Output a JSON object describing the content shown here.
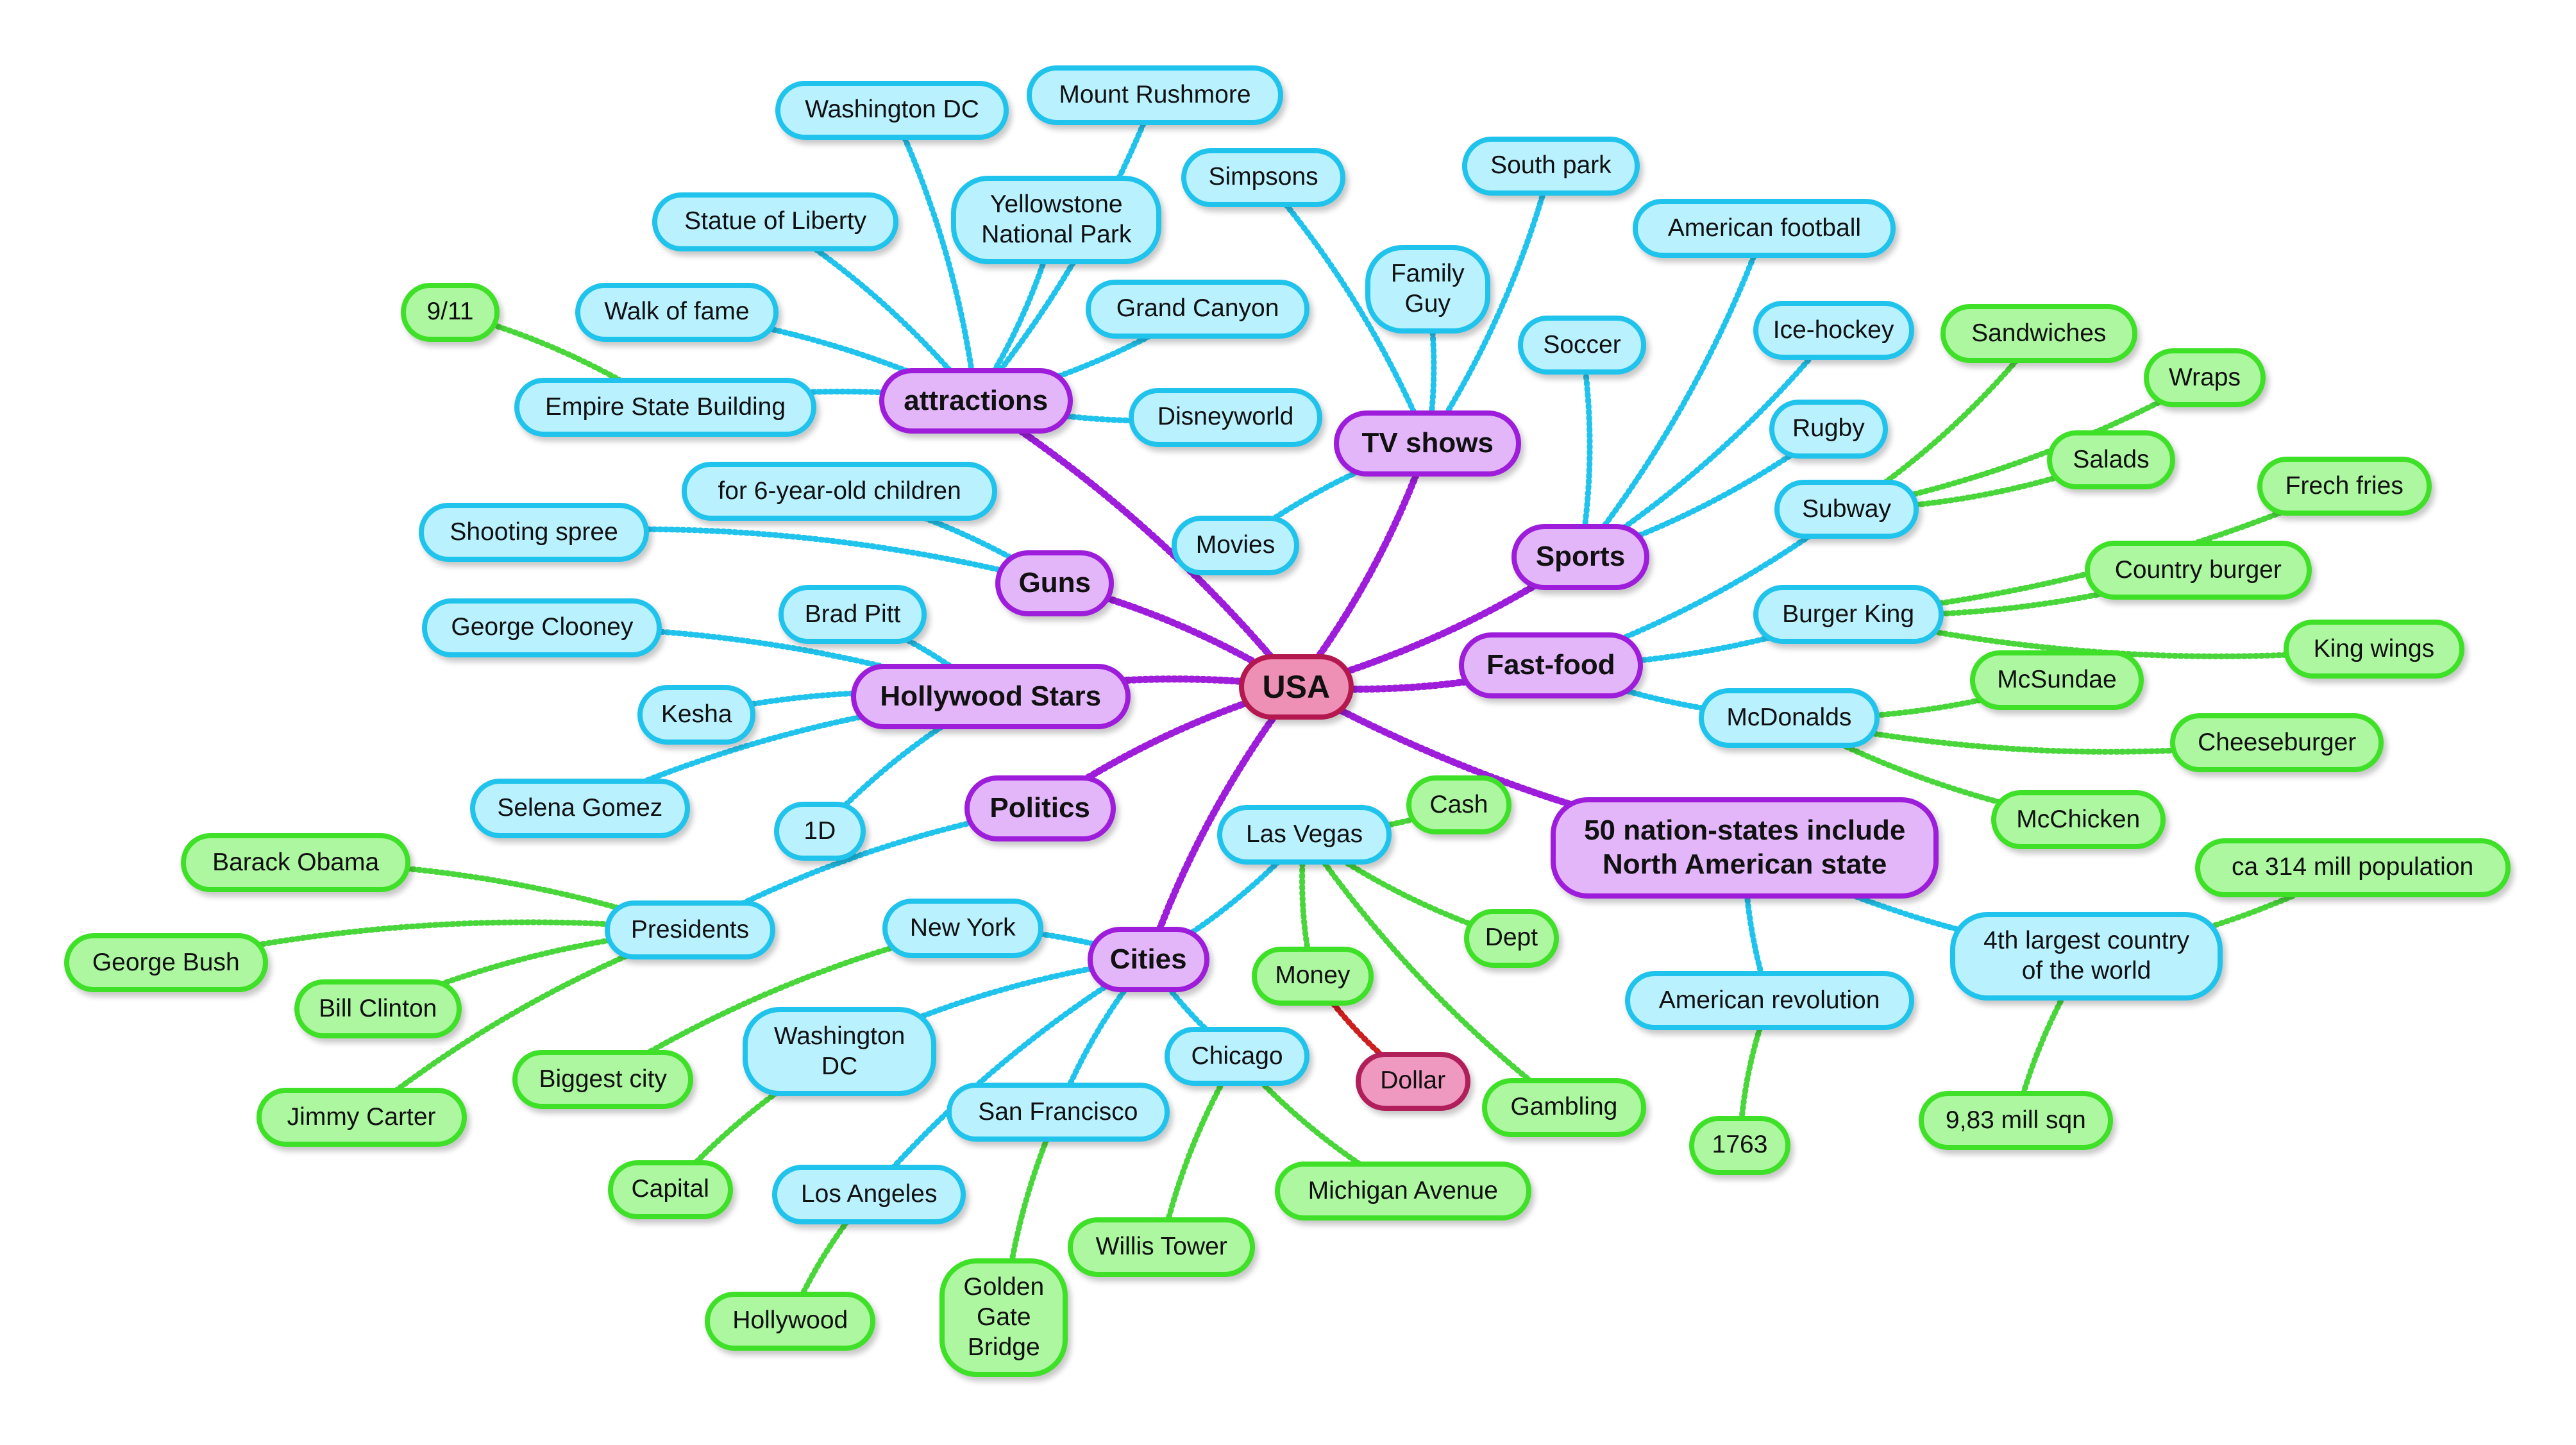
{
  "colors": {
    "root_fill": "#ee8fb5",
    "root_border": "#b4184f",
    "main_fill": "#e3b6fa",
    "main_border": "#9d1ddb",
    "blue_fill": "#b9f1ff",
    "blue_border": "#20c3ec",
    "green_fill": "#adf7a0",
    "green_border": "#3ee128",
    "dollar_fill": "#ef98c0",
    "dollar_border": "#b01f5a",
    "link_purple": "#9d1ddb",
    "link_blue": "#20c3ec",
    "link_green": "#48d63a",
    "link_red": "#cc1f1f"
  },
  "root": {
    "id": "usa",
    "label": "USA"
  },
  "topics": [
    {
      "id": "attractions",
      "label": "attractions"
    },
    {
      "id": "tvshows",
      "label": "TV shows"
    },
    {
      "id": "sports",
      "label": "Sports"
    },
    {
      "id": "fastfood",
      "label": "Fast-food"
    },
    {
      "id": "nation",
      "label": "50 nation-states include\nNorth American state"
    },
    {
      "id": "cities",
      "label": "Cities"
    },
    {
      "id": "politics",
      "label": "Politics"
    },
    {
      "id": "hollywood",
      "label": "Hollywood Stars"
    },
    {
      "id": "guns",
      "label": "Guns"
    }
  ],
  "subtopics": [
    {
      "id": "washingtondc",
      "label": "Washington DC",
      "parent": "attractions"
    },
    {
      "id": "rushmore",
      "label": "Mount Rushmore",
      "parent": "attractions"
    },
    {
      "id": "yellowstone",
      "label": "Yellowstone\nNational Park",
      "parent": "attractions"
    },
    {
      "id": "liberty",
      "label": "Statue of Liberty",
      "parent": "attractions"
    },
    {
      "id": "grandcanyon",
      "label": "Grand Canyon",
      "parent": "attractions"
    },
    {
      "id": "walkoffame",
      "label": "Walk of fame",
      "parent": "attractions"
    },
    {
      "id": "empire",
      "label": "Empire State Building",
      "parent": "attractions"
    },
    {
      "id": "disneyworld",
      "label": "Disneyworld",
      "parent": "attractions"
    },
    {
      "id": "simpsons",
      "label": "Simpsons",
      "parent": "tvshows"
    },
    {
      "id": "familyguy",
      "label": "Family\nGuy",
      "parent": "tvshows"
    },
    {
      "id": "southpark",
      "label": "South park",
      "parent": "tvshows"
    },
    {
      "id": "movies",
      "label": "Movies",
      "parent": "tvshows"
    },
    {
      "id": "football",
      "label": "American football",
      "parent": "sports"
    },
    {
      "id": "soccer",
      "label": "Soccer",
      "parent": "sports"
    },
    {
      "id": "icehockey",
      "label": "Ice-hockey",
      "parent": "sports"
    },
    {
      "id": "rugby",
      "label": "Rugby",
      "parent": "sports"
    },
    {
      "id": "subway",
      "label": "Subway",
      "parent": "fastfood"
    },
    {
      "id": "burgerking",
      "label": "Burger King",
      "parent": "fastfood"
    },
    {
      "id": "mcdonalds",
      "label": "McDonalds",
      "parent": "fastfood"
    },
    {
      "id": "forchildren",
      "label": "for 6-year-old children",
      "parent": "guns"
    },
    {
      "id": "shooting",
      "label": "Shooting spree",
      "parent": "guns"
    },
    {
      "id": "bradpitt",
      "label": "Brad Pitt",
      "parent": "hollywood"
    },
    {
      "id": "clooney",
      "label": "George Clooney",
      "parent": "hollywood"
    },
    {
      "id": "kesha",
      "label": "Kesha",
      "parent": "hollywood"
    },
    {
      "id": "selena",
      "label": "Selena Gomez",
      "parent": "hollywood"
    },
    {
      "id": "onedirection",
      "label": "1D",
      "parent": "hollywood"
    },
    {
      "id": "presidents",
      "label": "Presidents",
      "parent": "politics"
    },
    {
      "id": "lasvegas",
      "label": "Las Vegas",
      "parent": "cities"
    },
    {
      "id": "newyork",
      "label": "New York",
      "parent": "cities"
    },
    {
      "id": "washdc2",
      "label": "Washington\nDC",
      "parent": "cities"
    },
    {
      "id": "chicago",
      "label": "Chicago",
      "parent": "cities"
    },
    {
      "id": "sanfrancisco",
      "label": "San Francisco",
      "parent": "cities"
    },
    {
      "id": "losangeles",
      "label": "Los Angeles",
      "parent": "cities"
    },
    {
      "id": "americanrev",
      "label": "American revolution",
      "parent": "nation"
    },
    {
      "id": "fourthlargest",
      "label": "4th largest country\nof the world",
      "parent": "nation"
    }
  ],
  "details": [
    {
      "id": "nineeleven",
      "label": "9/11",
      "parent": "empire"
    },
    {
      "id": "sandwiches",
      "label": "Sandwiches",
      "parent": "subway"
    },
    {
      "id": "wraps",
      "label": "Wraps",
      "parent": "subway"
    },
    {
      "id": "salads",
      "label": "Salads",
      "parent": "subway"
    },
    {
      "id": "frechfries",
      "label": "Frech fries",
      "parent": "burgerking"
    },
    {
      "id": "countryburger",
      "label": "Country burger",
      "parent": "burgerking"
    },
    {
      "id": "kingwings",
      "label": "King wings",
      "parent": "burgerking"
    },
    {
      "id": "mcsundae",
      "label": "McSundae",
      "parent": "mcdonalds"
    },
    {
      "id": "cheeseburger",
      "label": "Cheeseburger",
      "parent": "mcdonalds"
    },
    {
      "id": "mcchicken",
      "label": "McChicken",
      "parent": "mcdonalds"
    },
    {
      "id": "obama",
      "label": "Barack Obama",
      "parent": "presidents"
    },
    {
      "id": "bush",
      "label": "George Bush",
      "parent": "presidents"
    },
    {
      "id": "clinton",
      "label": "Bill Clinton",
      "parent": "presidents"
    },
    {
      "id": "carter",
      "label": "Jimmy Carter",
      "parent": "presidents"
    },
    {
      "id": "cash",
      "label": "Cash",
      "parent": "lasvegas"
    },
    {
      "id": "dept",
      "label": "Dept",
      "parent": "lasvegas"
    },
    {
      "id": "money",
      "label": "Money",
      "parent": "lasvegas"
    },
    {
      "id": "gambling",
      "label": "Gambling",
      "parent": "lasvegas"
    },
    {
      "id": "biggestcity",
      "label": "Biggest city",
      "parent": "newyork"
    },
    {
      "id": "capital",
      "label": "Capital",
      "parent": "washdc2"
    },
    {
      "id": "willis",
      "label": "Willis Tower",
      "parent": "chicago"
    },
    {
      "id": "michigan",
      "label": "Michigan Avenue",
      "parent": "chicago"
    },
    {
      "id": "goldengate",
      "label": "Golden\nGate\nBridge",
      "parent": "sanfrancisco"
    },
    {
      "id": "hollywoodcity",
      "label": "Hollywood",
      "parent": "losangeles"
    },
    {
      "id": "year1763",
      "label": "1763",
      "parent": "americanrev"
    },
    {
      "id": "population",
      "label": "ca 314 mill population",
      "parent": "fourthlargest"
    },
    {
      "id": "area",
      "label": "9,83 mill sqn",
      "parent": "fourthlargest"
    }
  ],
  "extras": [
    {
      "id": "dollar",
      "label": "Dollar",
      "parent": "money"
    }
  ]
}
